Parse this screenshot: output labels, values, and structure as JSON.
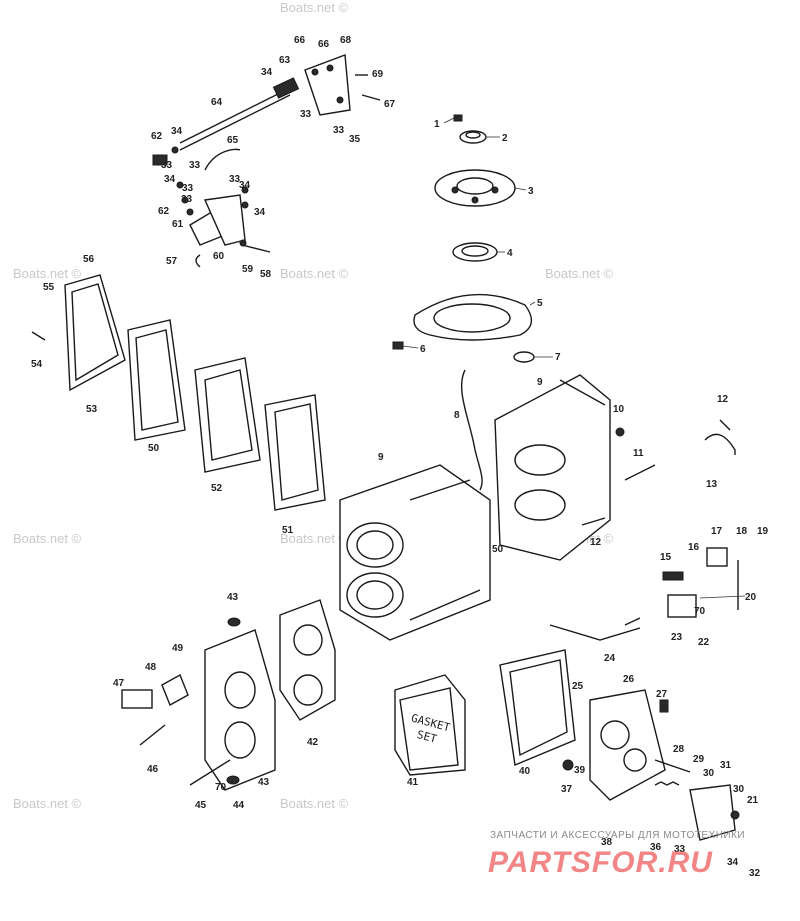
{
  "watermark": "Boats.net ©",
  "gasket_box": {
    "line1": "GASKET",
    "line2": "SET"
  },
  "shop": {
    "tagline": "ЗАПЧАСТИ И АКСЕССУАРЫ ДЛЯ МОТОТЕХНИКИ",
    "logo": "PARTSFOR.RU"
  },
  "callouts": [
    "1",
    "2",
    "3",
    "4",
    "5",
    "6",
    "7",
    "8",
    "9",
    "9",
    "10",
    "11",
    "12",
    "12",
    "13",
    "15",
    "16",
    "17",
    "18",
    "19",
    "20",
    "21",
    "22",
    "23",
    "24",
    "25",
    "26",
    "27",
    "28",
    "29",
    "30",
    "30",
    "31",
    "32",
    "33",
    "33",
    "33",
    "33",
    "33",
    "33",
    "33",
    "33",
    "34",
    "34",
    "34",
    "34",
    "34",
    "34",
    "35",
    "36",
    "37",
    "38",
    "39",
    "40",
    "41",
    "42",
    "43",
    "43",
    "44",
    "45",
    "46",
    "47",
    "48",
    "49",
    "50",
    "50",
    "51",
    "52",
    "53",
    "54",
    "55",
    "56",
    "57",
    "58",
    "59",
    "60",
    "61",
    "62",
    "62",
    "63",
    "64",
    "65",
    "66",
    "66",
    "67",
    "68",
    "69",
    "70",
    "70"
  ]
}
